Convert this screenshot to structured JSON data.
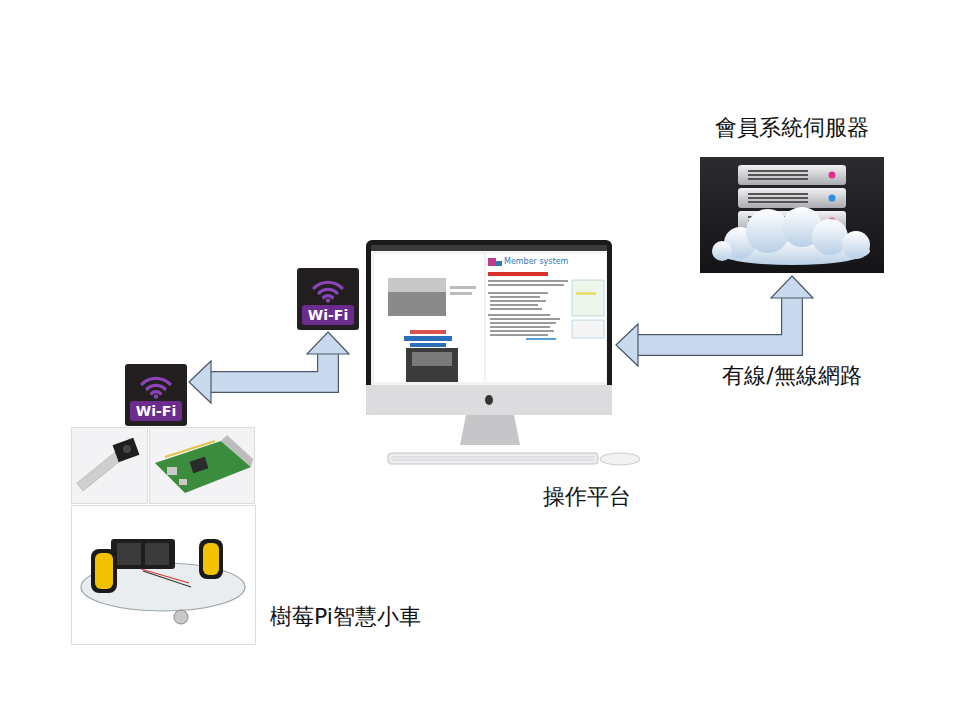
{
  "diagram": {
    "nodes": [
      {
        "text": [
          "會員系統伺服器"
        ]
      },
      {
        "text": [
          "操作平台"
        ]
      },
      {
        "text": [
          "Wi-Fi"
        ]
      },
      {
        "text": [
          "Wi-Fi"
        ]
      },
      {
        "text": [
          "樹莓Pi智慧小車"
        ]
      }
    ],
    "edges": [
      {
        "from": 3,
        "to": 2,
        "arrow": "both"
      },
      {
        "from": 1,
        "to": 0,
        "arrow": "both",
        "label": "有線/無線網路"
      }
    ],
    "labels": [
      "Member system"
    ]
  }
}
